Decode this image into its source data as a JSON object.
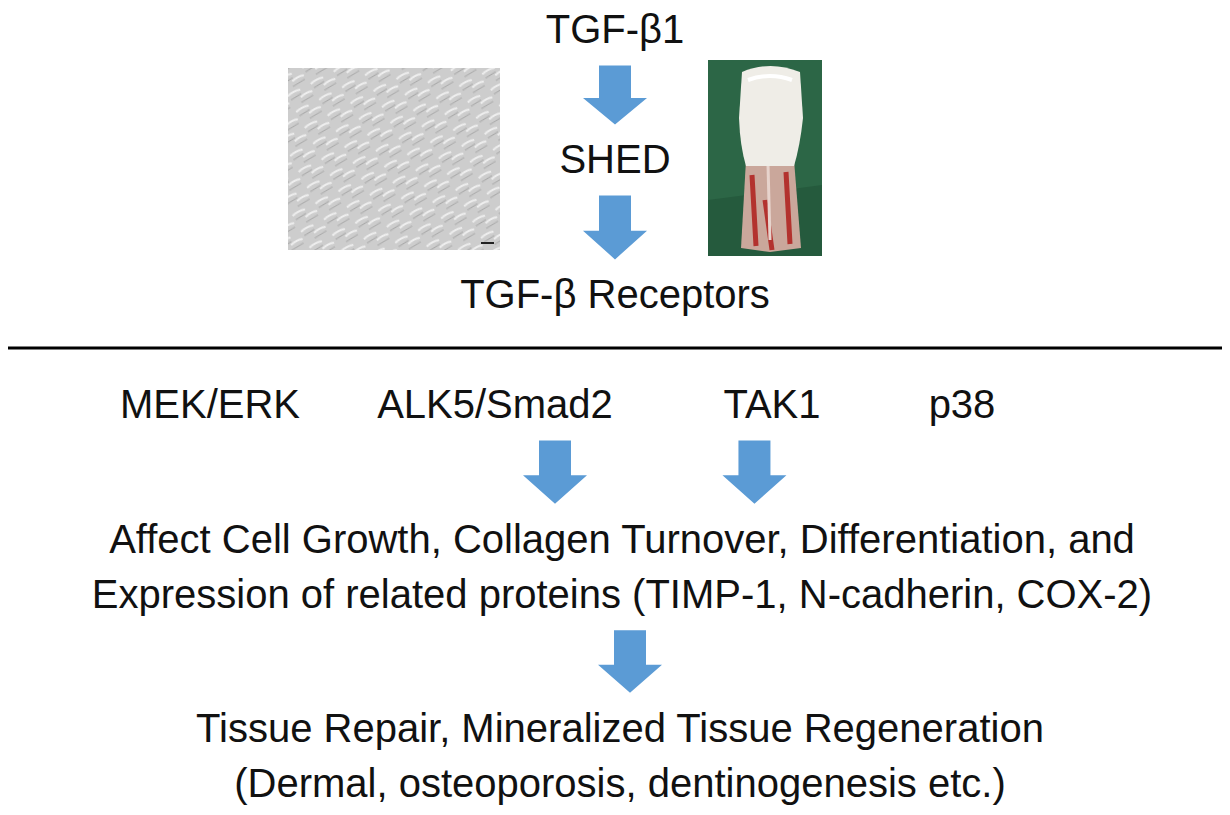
{
  "diagram": {
    "nodes": [
      {
        "text": [
          "TGF-β1"
        ]
      },
      {
        "text": [
          "SHED"
        ]
      },
      {
        "text": [
          "TGF-β Receptors"
        ]
      },
      {
        "text": [
          "MEK/ERK"
        ]
      },
      {
        "text": [
          "ALK5/Smad2"
        ]
      },
      {
        "text": [
          "TAK1"
        ]
      },
      {
        "text": [
          "p38"
        ]
      },
      {
        "text": [
          "Affect Cell Growth, Collagen Turnover, Differentiation, and Expression of related proteins (TIMP-1, N-cadherin, COX-2)"
        ]
      },
      {
        "text": [
          "Tissue Repair, Mineralized Tissue Regeneration (Dermal, osteoporosis, dentinogenesis etc.)"
        ]
      }
    ],
    "edges": [
      {
        "from": 0,
        "to": 1,
        "arrow": "to"
      },
      {
        "from": 1,
        "to": 2,
        "arrow": "to"
      },
      {
        "from": 4,
        "to": 7,
        "arrow": "to"
      },
      {
        "from": 5,
        "to": 7,
        "arrow": "to"
      },
      {
        "from": 7,
        "to": 8,
        "arrow": "to"
      }
    ]
  }
}
